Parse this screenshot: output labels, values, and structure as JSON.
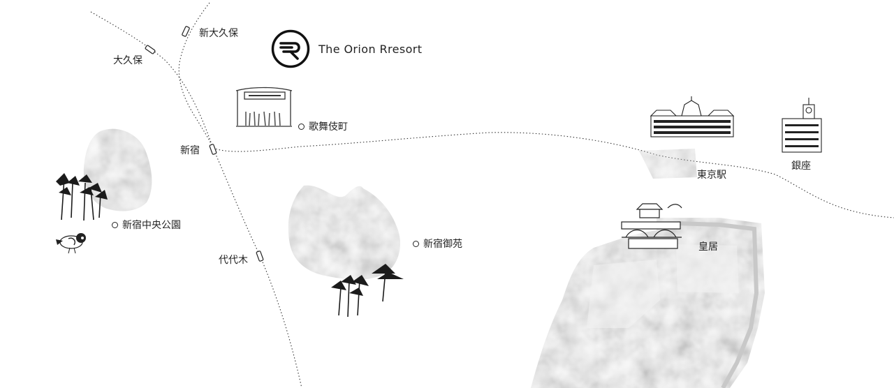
{
  "brand": {
    "name": "The Orion Rresort",
    "logo_icon": "orion-r-logo-icon",
    "logo_letter": "R"
  },
  "stations": [
    {
      "id": "shin-okubo",
      "label": "新大久保"
    },
    {
      "id": "okubo",
      "label": "大久保"
    },
    {
      "id": "shinjuku",
      "label": "新宿"
    },
    {
      "id": "yoyogi",
      "label": "代代木"
    },
    {
      "id": "tokyo",
      "label": "東京駅"
    }
  ],
  "places": [
    {
      "id": "kabukicho",
      "label": "歌舞伎町",
      "icon": "kabukicho-gate-icon"
    },
    {
      "id": "shinjuku-central-park",
      "label": "新宿中央公園",
      "icon": "pine-trees-icon"
    },
    {
      "id": "shinjuku-gyoen",
      "label": "新宿御苑",
      "icon": "pine-trees-icon"
    },
    {
      "id": "imperial-palace",
      "label": "皇居",
      "icon": "nijubashi-bridge-icon"
    },
    {
      "id": "ginza",
      "label": "銀座",
      "icon": "wako-clock-tower-icon"
    }
  ],
  "colors": {
    "ink": "#222222",
    "park_fill": "#e6e6e6",
    "background": "#ffffff"
  }
}
